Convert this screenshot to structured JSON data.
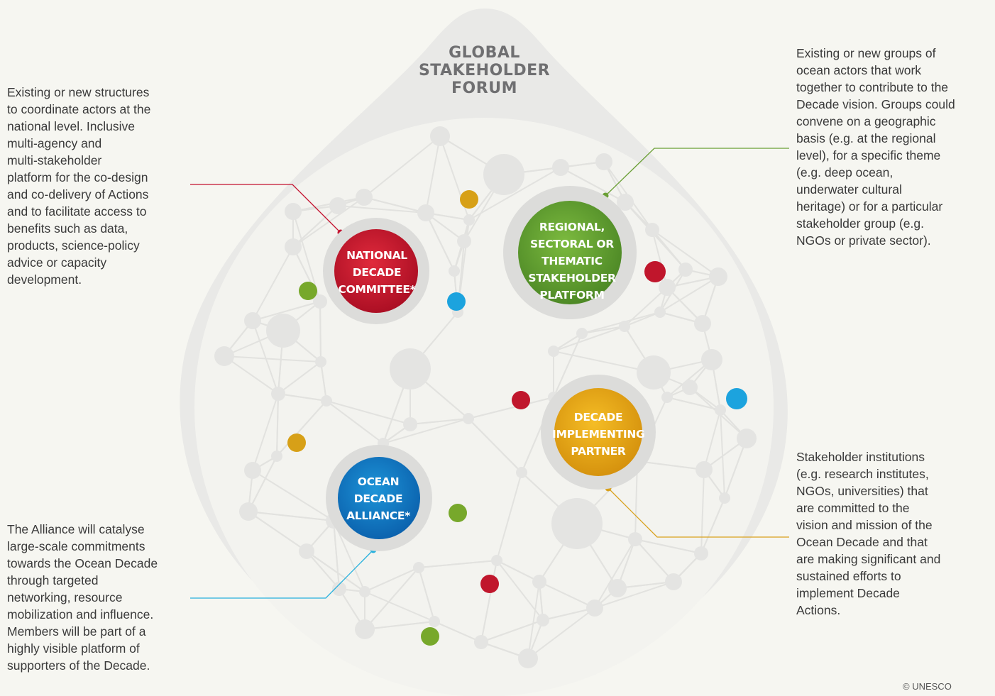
{
  "forum": {
    "title_lines": [
      "GLOBAL",
      "STAKEHOLDER",
      "FORUM"
    ]
  },
  "stakeholder_nodes": {
    "national": {
      "label": "NATIONAL\nDECADE\nCOMMITTEE*",
      "color": "#c4122f"
    },
    "regional": {
      "label": "REGIONAL,\nSECTORAL OR\nTHEMATIC\nSTAKEHOLDER\nPLATFORM",
      "color": "#5e9b2e"
    },
    "partner": {
      "label": "DECADE\nIMPLEMENTING\nPARTNER",
      "color": "#e0a112"
    },
    "alliance": {
      "label": "OCEAN\nDECADE\nALLIANCE*",
      "color": "#1177c4"
    }
  },
  "descriptions": {
    "national": "Existing or new structures\nto coordinate actors at the\nnational level. Inclusive\nmulti-agency and\nmulti-stakeholder\nplatform for the co-design\nand co-delivery of Actions\nand to facilitate access to\nbenefits such as data,\nproducts, science-policy\nadvice or capacity\ndevelopment.",
    "regional": "Existing or new groups of\nocean actors that work\ntogether to contribute to the\nDecade vision. Groups could\nconvene on a geographic\nbasis (e.g. at the regional\nlevel), for a specific theme\n(e.g. deep ocean,\nunderwater cultural\nheritage) or for a particular\nstakeholder group (e.g.\nNGOs or private sector).",
    "partner": "Stakeholder institutions\n(e.g. research institutes,\nNGOs, universities) that\nare committed to the\nvision and mission of the\nOcean Decade and that\nare making significant and\nsustained efforts to\nimplement Decade\nActions.",
    "alliance": "The Alliance will catalyse\nlarge-scale commitments\ntowards the Ocean Decade\nthrough targeted\nnetworking, resource\nmobilization and influence.\nMembers will be part of a\nhighly visible platform of\nsupporters of the Decade."
  },
  "connector_colors": {
    "national": "#c4122f",
    "regional": "#6a9f35",
    "partner": "#d9a11c",
    "alliance": "#26b0dd"
  },
  "dot_colors": {
    "green": "#77a82b",
    "yellow": "#d7a017",
    "red": "#c0162c",
    "blue": "#1ca3de",
    "grey": "#e4e4e2"
  },
  "copyright": "© UNESCO"
}
